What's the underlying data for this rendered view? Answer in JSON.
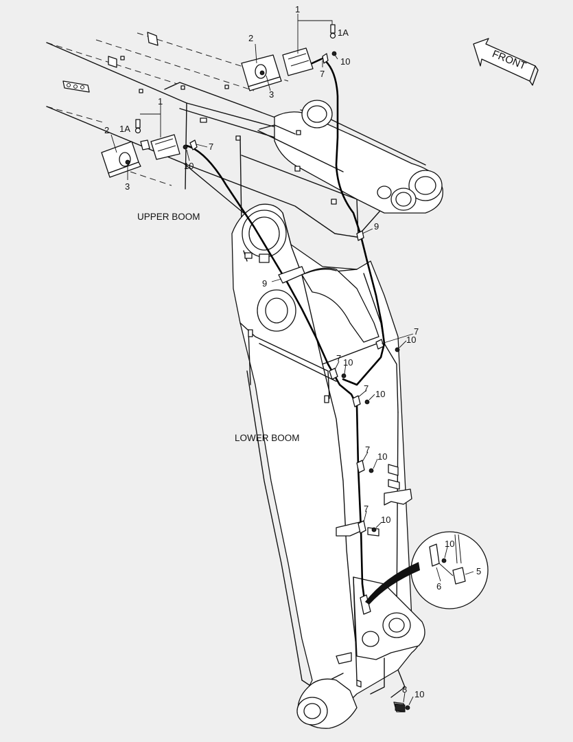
{
  "diagram": {
    "labels": {
      "upper_boom": "UPPER BOOM",
      "lower_boom": "LOWER BOOM",
      "front": "FRONT"
    },
    "callouts": {
      "c1a": "1",
      "c1b": "1",
      "c1A_a": "1A",
      "c1A_b": "1A",
      "c2a": "2",
      "c2b": "2",
      "c3a": "3",
      "c3b": "3",
      "c5": "5",
      "c6": "6",
      "c7a": "7",
      "c7b": "7",
      "c7c": "7",
      "c7d": "7",
      "c7e": "7",
      "c7f": "7",
      "c7g": "7",
      "c8": "8",
      "c9a": "9",
      "c9b": "9",
      "c10a": "10",
      "c10b": "10",
      "c10c": "10",
      "c10d": "10",
      "c10e": "10",
      "c10f": "10",
      "c10g": "10",
      "c10h": "10",
      "c10i": "10"
    }
  }
}
